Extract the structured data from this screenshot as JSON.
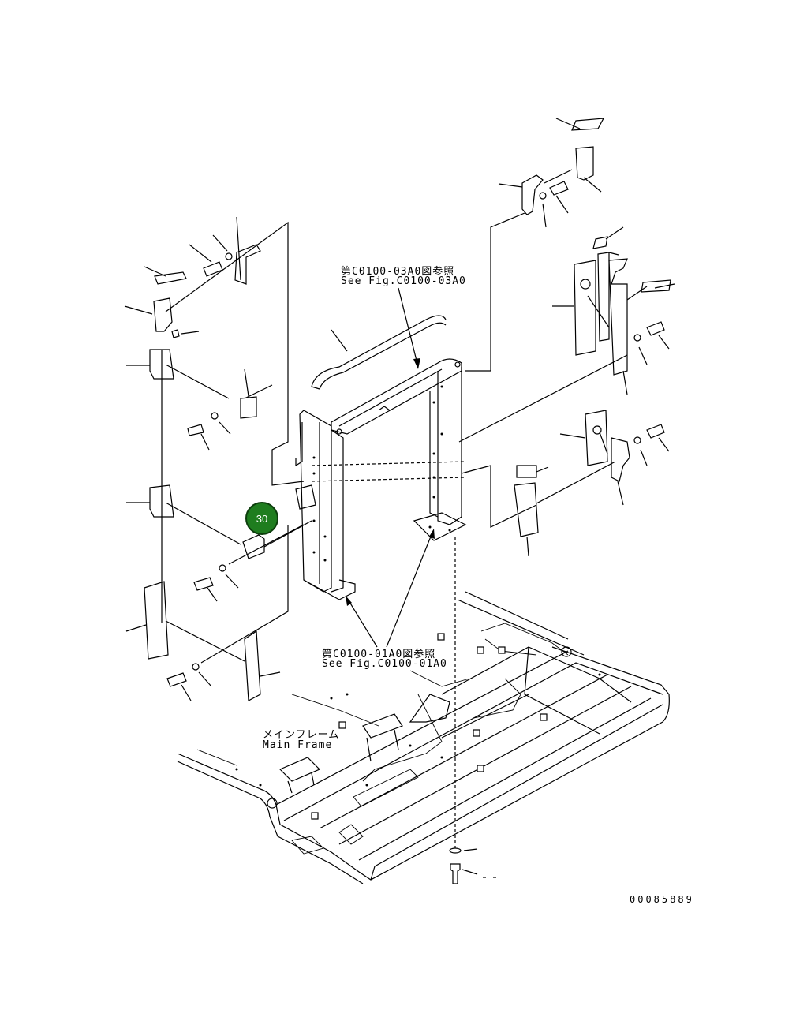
{
  "labels": {
    "see_fig_top_jp": "第C0100-03A0図参照",
    "see_fig_top_en": "See Fig.C0100-03A0",
    "see_fig_bottom_jp": "第C0100-01A0図参照",
    "see_fig_bottom_en": "See Fig.C0100-01A0",
    "main_frame_jp": "メインフレーム",
    "main_frame_en": "Main Frame",
    "drawing_number": "00085889"
  },
  "callout": {
    "number": "30",
    "color": "#1f7d1f"
  }
}
